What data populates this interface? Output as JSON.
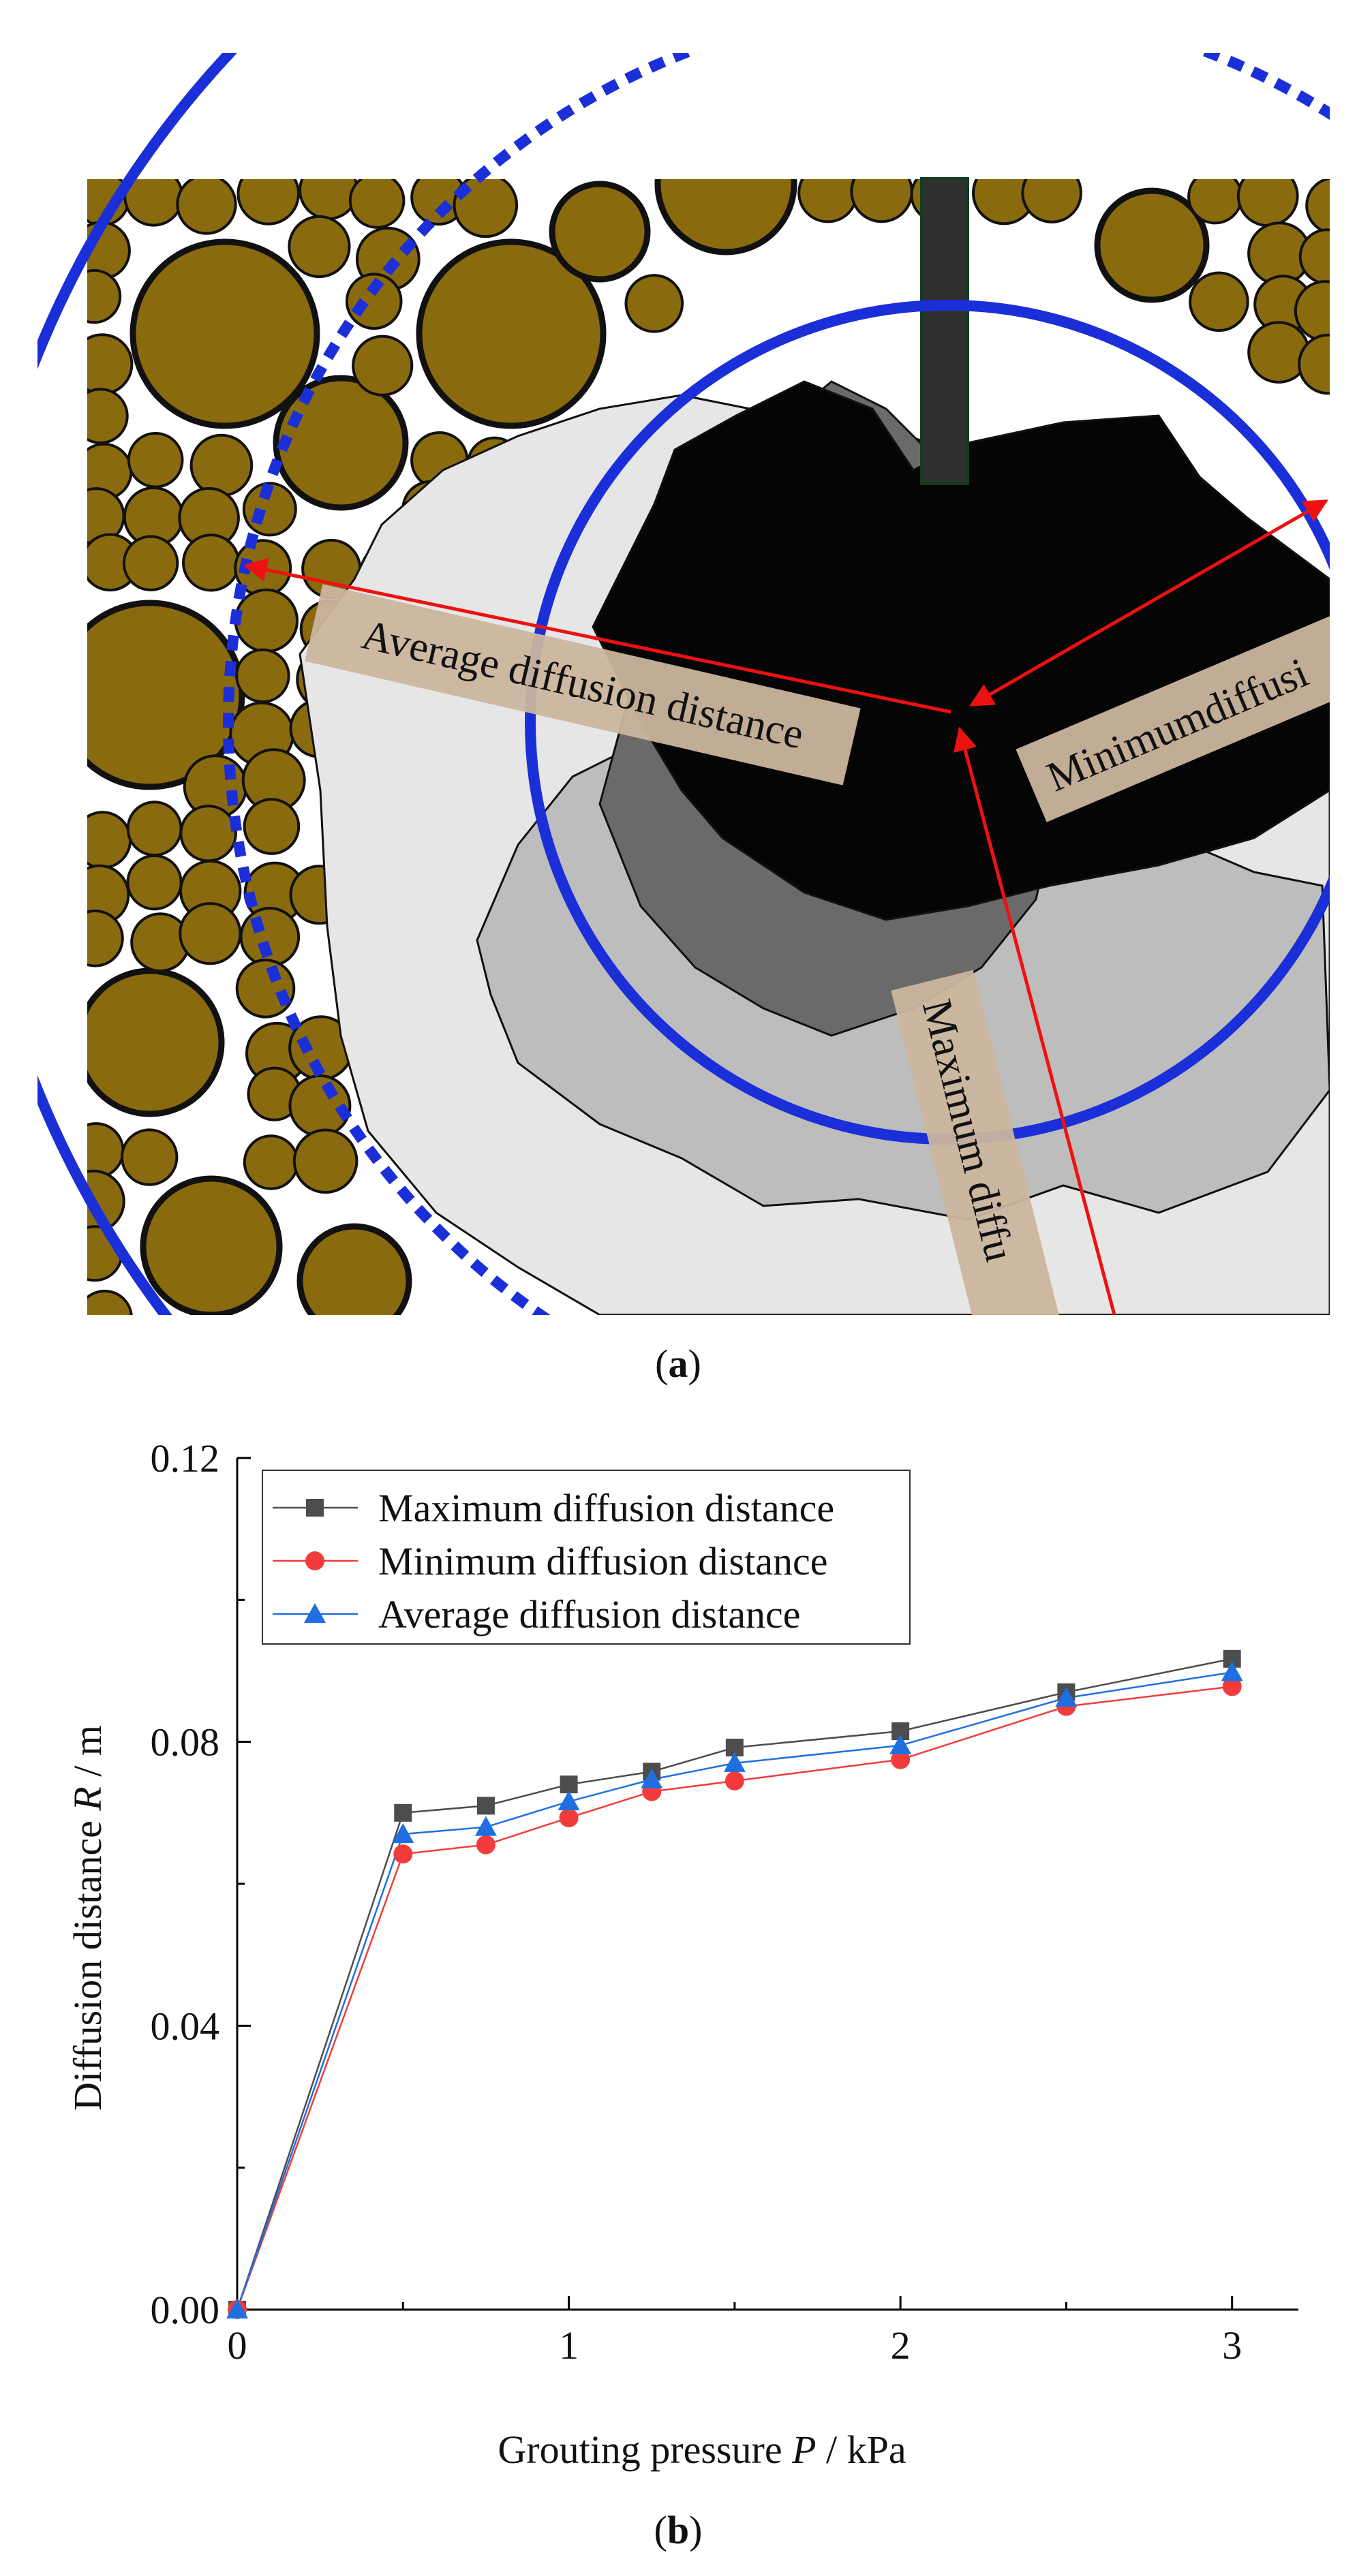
{
  "panel_a": {
    "caption": "(a)",
    "caption_letter": "a",
    "labels": {
      "average": "Average diffusion  distance",
      "minimum": "Minimumdiffusi",
      "maximum": "Maximum diffu"
    },
    "colors": {
      "particle": "#8a6a0e",
      "circle": "#1b2fd8",
      "arrow": "#ee1111",
      "label_bg": "#cbb59e",
      "grout_dark": "#050505",
      "grout_mid": "#555555",
      "grout_light": "#bdbdbd",
      "grout_lighter": "#e6e6e6"
    }
  },
  "panel_b": {
    "caption": "(b)",
    "caption_letter": "b"
  },
  "chart_data": {
    "type": "line",
    "title": "",
    "xlabel": "Grouting pressure P / kPa",
    "xlabel_parts": [
      "Grouting pressure ",
      "P",
      " / kPa"
    ],
    "ylabel": "Diffusion distance R / m",
    "ylabel_parts": [
      "Diffusion distance ",
      "R",
      " / m"
    ],
    "xlim": [
      0,
      3.2
    ],
    "ylim": [
      0,
      0.12
    ],
    "xticks": [
      0,
      1,
      2,
      3
    ],
    "xtick_labels": [
      "0",
      "1",
      "2",
      "3"
    ],
    "yticks": [
      0,
      0.04,
      0.08,
      0.12
    ],
    "ytick_labels": [
      "0.00",
      "0.04",
      "0.08",
      "0.12"
    ],
    "legend_position": "top-left",
    "grid": false,
    "x": [
      0,
      0.5,
      0.75,
      1,
      1.25,
      1.5,
      2,
      2.5,
      3
    ],
    "series": [
      {
        "name": "Maximum diffusion distance",
        "marker": "square",
        "color": "#4d4d4d",
        "values": [
          0,
          0.07,
          0.071,
          0.074,
          0.0758,
          0.0792,
          0.0815,
          0.087,
          0.0917
        ]
      },
      {
        "name": "Minimum diffusion distance",
        "marker": "circle",
        "color": "#f23c3c",
        "values": [
          0,
          0.0642,
          0.0655,
          0.0693,
          0.073,
          0.0745,
          0.0775,
          0.085,
          0.0878
        ]
      },
      {
        "name": "Average diffusion distance",
        "marker": "triangle",
        "color": "#1f6fe0",
        "values": [
          0,
          0.067,
          0.068,
          0.0716,
          0.0747,
          0.077,
          0.0795,
          0.0862,
          0.0898
        ]
      }
    ]
  }
}
